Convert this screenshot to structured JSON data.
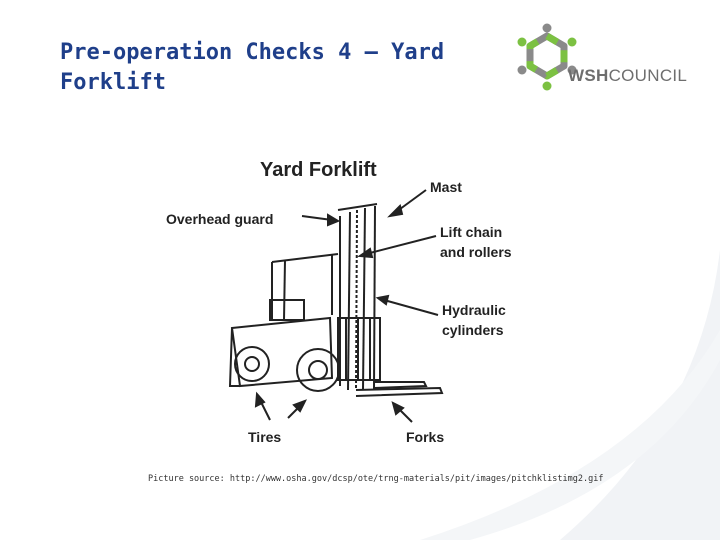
{
  "slide": {
    "title": "Pre-operation Checks 4 – Yard Forklift"
  },
  "logo": {
    "brand_bold": "WSH",
    "brand_rest": "COUNCIL",
    "colors": {
      "green": "#7cc142",
      "gray": "#8a8a8a"
    }
  },
  "diagram": {
    "heading": "Yard Forklift",
    "labels": {
      "mast": "Mast",
      "overhead_guard": "Overhead guard",
      "lift_chain_1": "Lift chain",
      "lift_chain_2": "and rollers",
      "hydraulic_1": "Hydraulic",
      "hydraulic_2": "cylinders",
      "tires": "Tires",
      "forks": "Forks"
    }
  },
  "caption": "Picture source: http://www.osha.gov/dcsp/ote/trng-materials/pit/images/pitchklistimg2.gif"
}
